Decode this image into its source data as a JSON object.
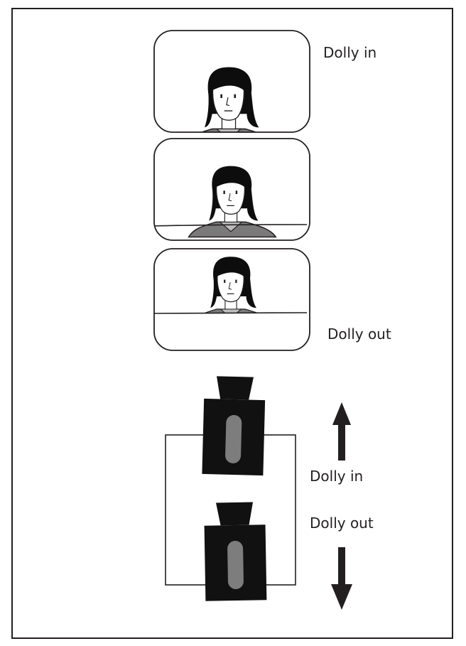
{
  "labels": {
    "frame_top": "Dolly in",
    "frame_bottom": "Dolly out",
    "camera_in": "Dolly in",
    "camera_out": "Dolly out"
  },
  "colors": {
    "border": "#231f20",
    "frame_fill": "#ffffff",
    "hair": "#0d0d0d",
    "shirt": "#7a7a7a",
    "collar": "#bdbdbd",
    "camera_body": "#111111",
    "camera_window": "#7d7d7d",
    "arrow": "#231f20"
  },
  "icons": {
    "frame_icon": "person-portrait-frame",
    "camera_icon": "camera-top-view",
    "arrow_up": "arrow-up-icon",
    "arrow_down": "arrow-down-icon"
  }
}
